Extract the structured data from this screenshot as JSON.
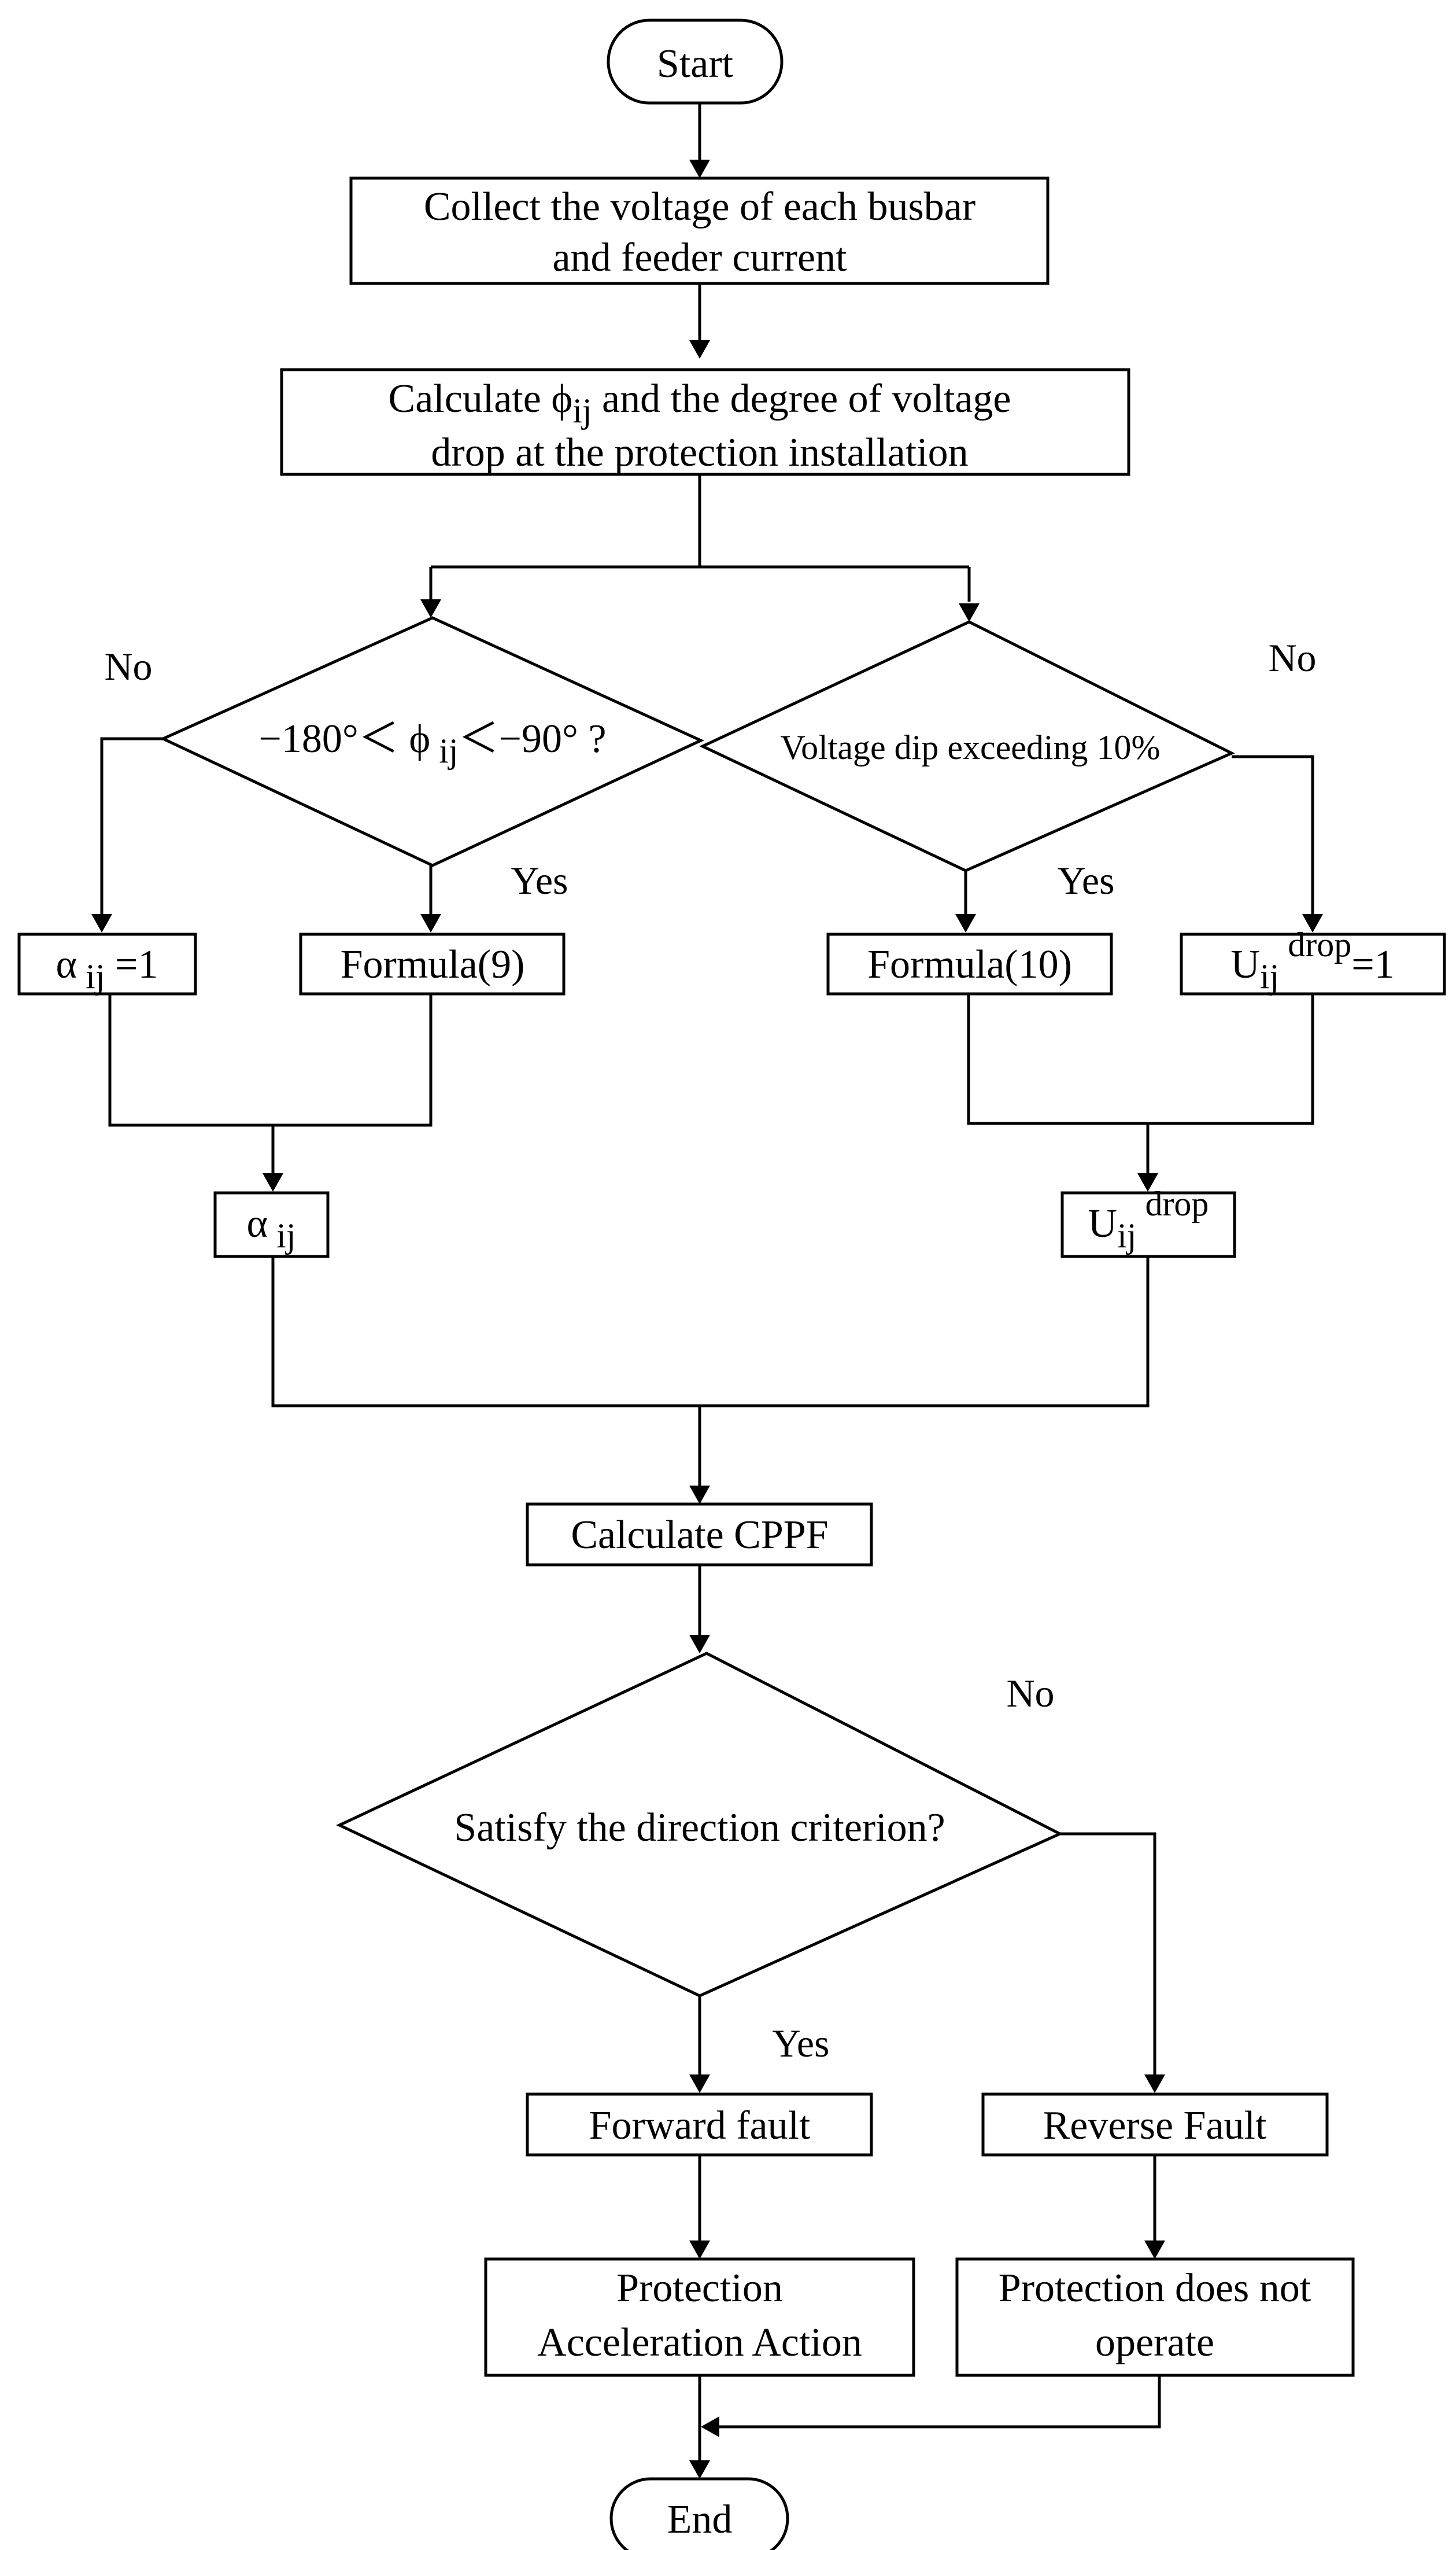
{
  "nodes": {
    "start": "Start",
    "collect_line1": "Collect the voltage of each busbar",
    "collect_line2": "and feeder current",
    "calc_line1_a": "Calculate ",
    "calc_line1_phi": "ϕ",
    "calc_line1_sub": "ij",
    "calc_line1_b": " and the degree of voltage",
    "calc_line2": "drop at the protection installation",
    "decision_left_a": "−180°＜ ",
    "decision_left_phi": "ϕ",
    "decision_left_sub": " ij",
    "decision_left_b": "＜−90° ?",
    "decision_right": "Voltage dip exceeding 10%",
    "alpha_one_sym": "α",
    "alpha_one_sub": " ij",
    "alpha_one_val": " =1",
    "formula9": "Formula(9)",
    "formula10": "Formula(10)",
    "udrop_one_U": "U",
    "udrop_one_sub": "ij",
    "udrop_one_sup": " drop",
    "udrop_one_val": "=1",
    "alpha_sym": "α",
    "alpha_sub": " ij",
    "udrop_U": "U",
    "udrop_sub": "ij",
    "udrop_sup": " drop",
    "cppf": "Calculate CPPF",
    "direction": "Satisfy the direction criterion?",
    "forward": "Forward fault",
    "reverse": "Reverse Fault",
    "accel_line1": "Protection",
    "accel_line2": "Acceleration Action",
    "noop_line1": "Protection does not",
    "noop_line2": "operate",
    "end": "End"
  },
  "edge_labels": {
    "left_no": "No",
    "left_yes": "Yes",
    "right_no": "No",
    "right_yes": "Yes",
    "direction_no": "No",
    "direction_yes": "Yes"
  }
}
